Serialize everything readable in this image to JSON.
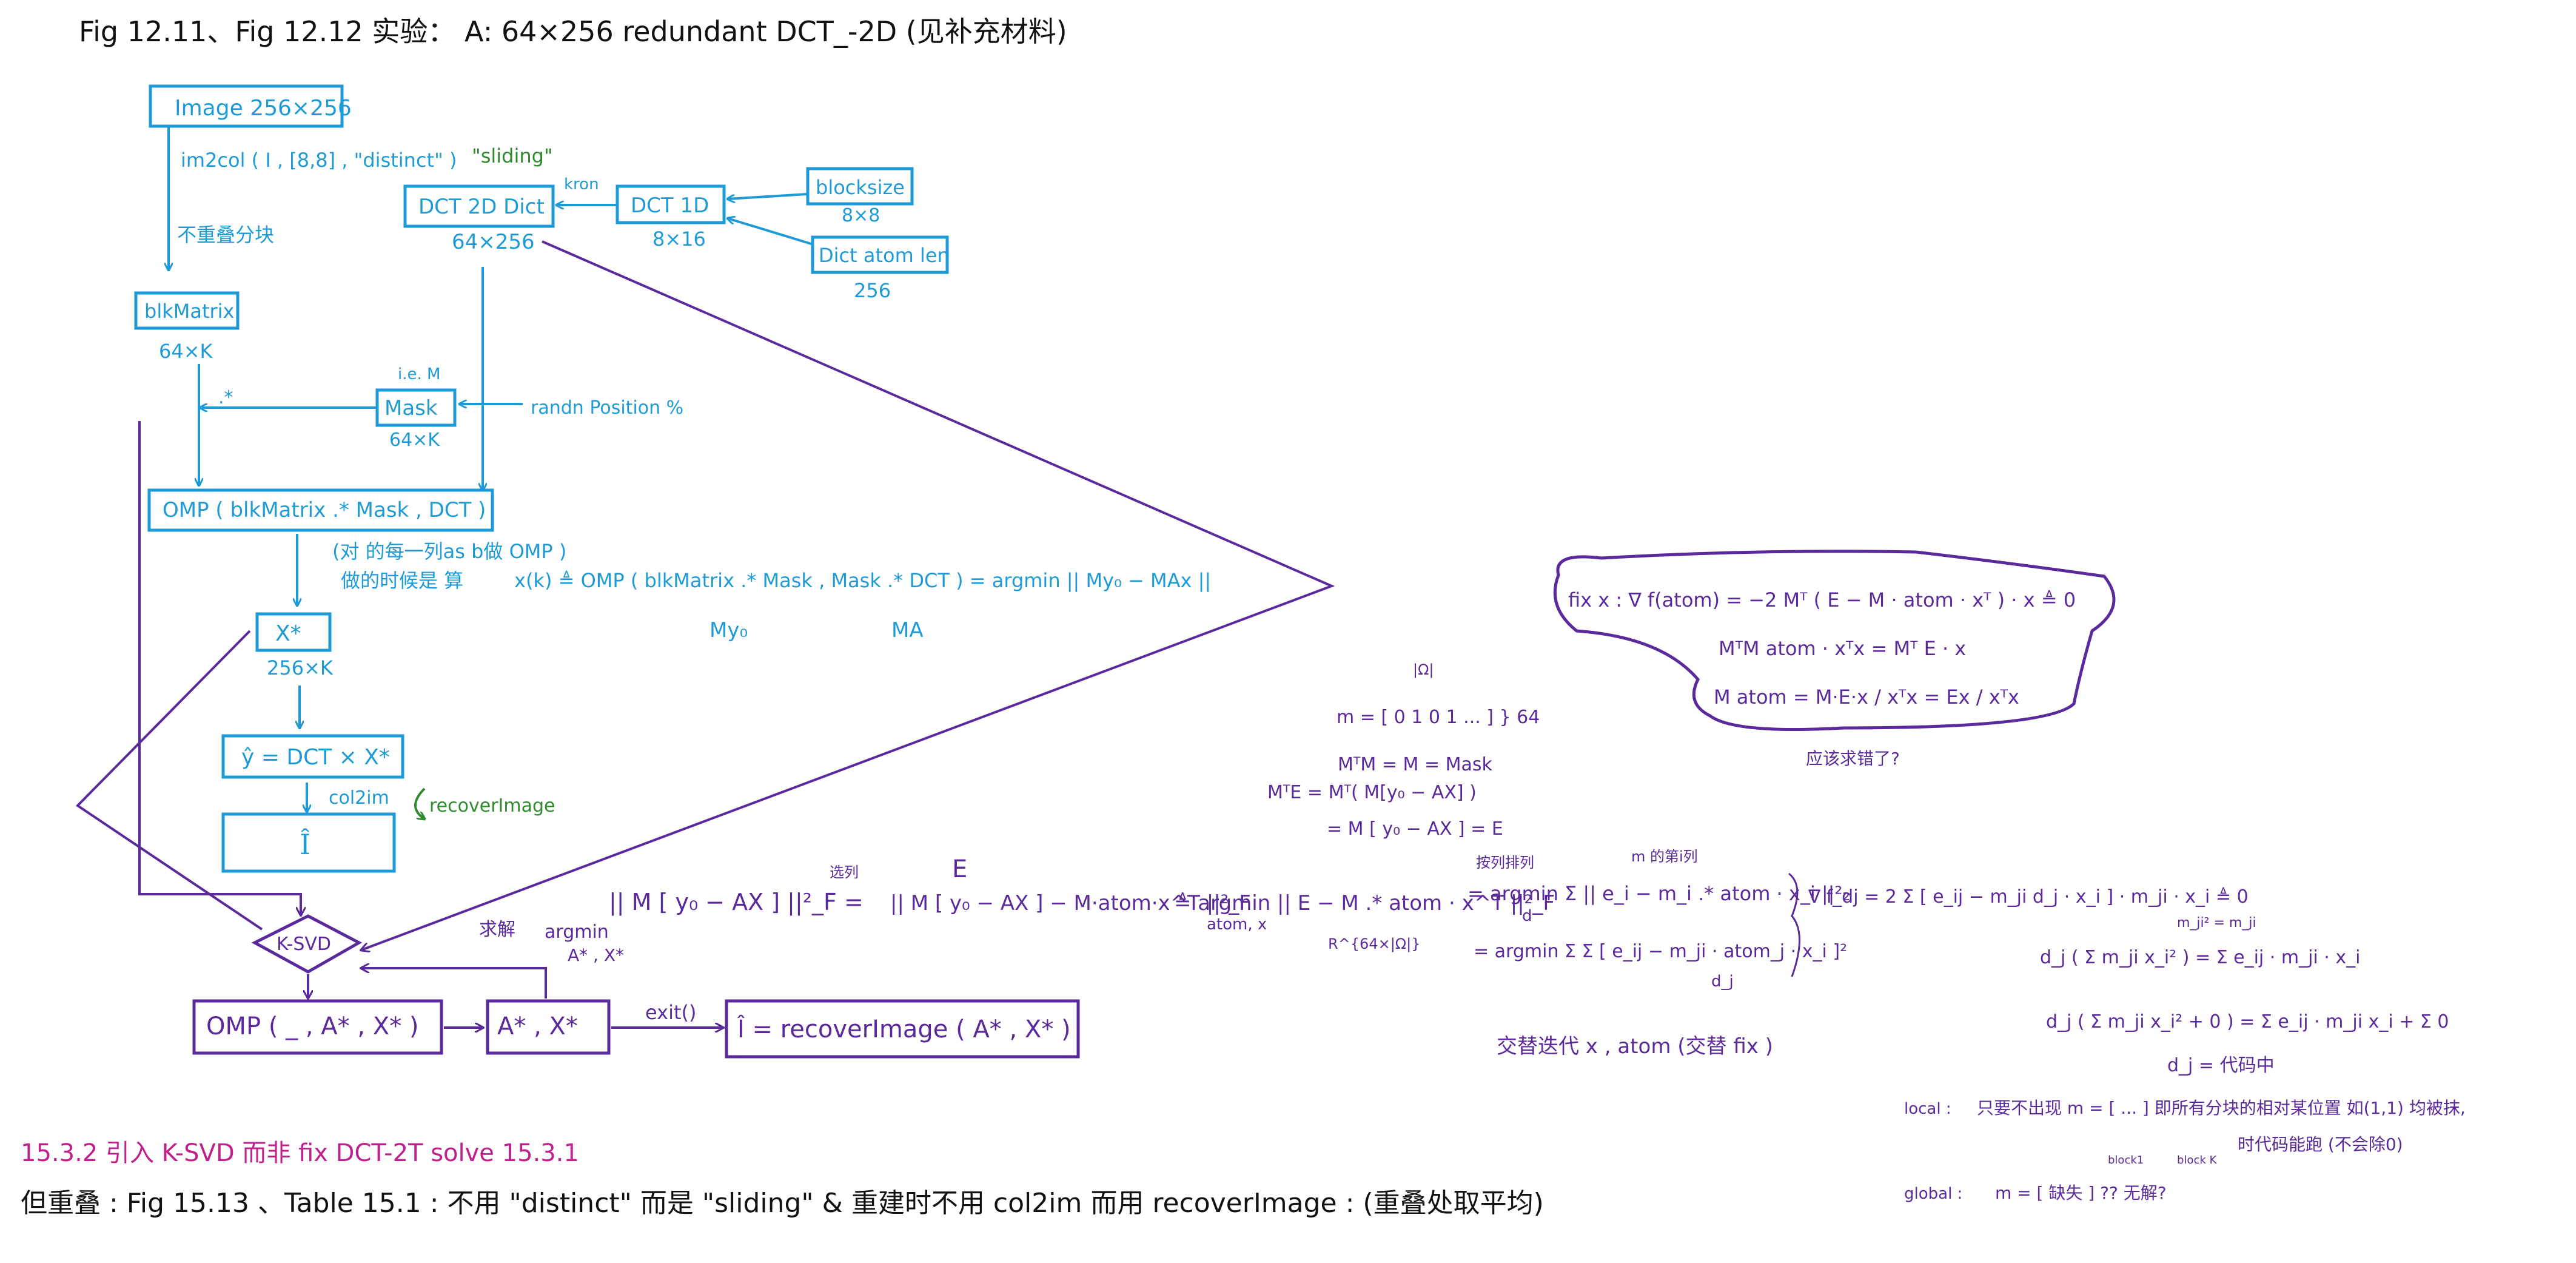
{
  "colors": {
    "ink": "#111111",
    "blue": "#1e9bd7",
    "purple": "#5a2a9c",
    "green": "#2e8b2e",
    "magenta": "#c0208c"
  },
  "title": "Fig 12.11、Fig 12.12 实验： A: 64×256   redundant DCT_-2D (见补充材料)",
  "nodes": {
    "image": "Image 256×256",
    "im2col": "im2col ( I , [8,8] , \"distinct\" )",
    "sliding": "\"sliding\"",
    "no_overlap": "不重叠分块",
    "blkmatrix": "blkMatrix",
    "blkmatrix_dim": "64×K",
    "dct2d": "DCT 2D Dict",
    "dct2d_dim": "64×256",
    "kron": "kron",
    "dct1d": "DCT 1D",
    "dct1d_dim": "8×16",
    "blocksize": "blocksize",
    "blocksize_dim": "8×8",
    "atomlen": "Dict atom len",
    "atomlen_dim": "256",
    "mask": "Mask",
    "mask_note": "i.e. M",
    "mask_dim": "64×K",
    "randn": "randn Position %",
    "dotstar": ".*",
    "omp": "OMP ( blkMatrix .* Mask , DCT )",
    "omp_note1": "(对 的每一列as b做 OMP )",
    "omp_note2": "做的时候是 算",
    "omp_formula": "x(k) ≜ OMP ( blkMatrix .* Mask , Mask .* DCT ) = argmin || My₀ − MAx ||",
    "my0": "My₀",
    "ma": "MA",
    "xstar": "X*",
    "xstar_dim": "256×K",
    "yhat": "ŷ = DCT × X*",
    "col2im": "col2im",
    "recover_image": "recoverImage",
    "ihat": "Î",
    "ksvd": "K-SVD",
    "omp2": "OMP ( _ , A* , X* )",
    "ax_star": "A* , X*",
    "exit": "exit()",
    "final": "Î = recoverImage ( A* , X* )"
  },
  "math": {
    "solve": "求解",
    "argmin_ax": "argmin",
    "ax_sub": "A* , X*",
    "objective": "|| M [ y₀ − AX ] ||²_F  =",
    "select": "选列",
    "e_label": "E",
    "expand": "|| M [ y₀ − AX ] − M·atom·x^T ||²_F",
    "argmin_atom": "≜ argmin || E − M .* atom · x^T ||²_F",
    "atom_x": "atom, x",
    "r_dim": "R^{64×|Ω|}",
    "argmin_d": "= argmin  Σ || e_i − m_i .* atom · x_i ||²₂",
    "d_sub": "d",
    "m_col": "m 的第i列",
    "follow": "按列排列",
    "argmin_sum": "= argmin  Σ Σ [ e_ij − m_ji · atom_j · x_i ]²",
    "dj": "d_j",
    "grad": "∇ f_dj = 2 Σ [ e_ij − m_ji d_j · x_i ] · m_ji · x_i  ≜ 0",
    "mji_sq": "m_ji² = m_ji",
    "eq1": "d_j ( Σ m_ji x_i² )  =  Σ e_ij · m_ji · x_i",
    "eq2": "d_j ( Σ m_ji x_i² + 0 ) = Σ e_ij · m_ji x_i + Σ 0",
    "dj_result": "d_j = 代码中",
    "m_def": "m = [ 0 1 0 1 ... ] } 64",
    "omega": "|Ω|",
    "mtm": "MᵀM = M = Mask",
    "mte": "MᵀE = Mᵀ( M[y₀ − AX] )",
    "mte2": "= M [ y₀ − AX ] = E",
    "alternate": "交替迭代  x , atom (交替 fix )",
    "fixbox_1": "fix x :   ∇ f(atom) = −2 Mᵀ ( E − M · atom · xᵀ ) · x  ≜ 0",
    "fixbox_2": "MᵀM atom · xᵀx = Mᵀ E · x",
    "fixbox_3": "M atom  =  M·E·x / xᵀx  =  Ex / xᵀx",
    "fixbox_note": "应该求错了?",
    "local_label": "local :",
    "local_text": "只要不出现 m = [ ... ] 即所有分块的相对某位置 如(1,1) 均被抹,",
    "local_text2": "时代码能跑 (不会除0)",
    "blk1": "block1",
    "blkk": "block K",
    "global_label": "global :",
    "global_text": "m = [ 缺失 ] ?? 无解?"
  },
  "footer": {
    "line1": "15.3.2  引入 K-SVD 而非 fix DCT-2T  solve 15.3.1",
    "line2": "但重叠 : Fig 15.13 、Table 15.1 : 不用 \"distinct\" 而是 \"sliding\"    & 重建时不用 col2im 而用 recoverImage : (重叠处取平均)"
  }
}
